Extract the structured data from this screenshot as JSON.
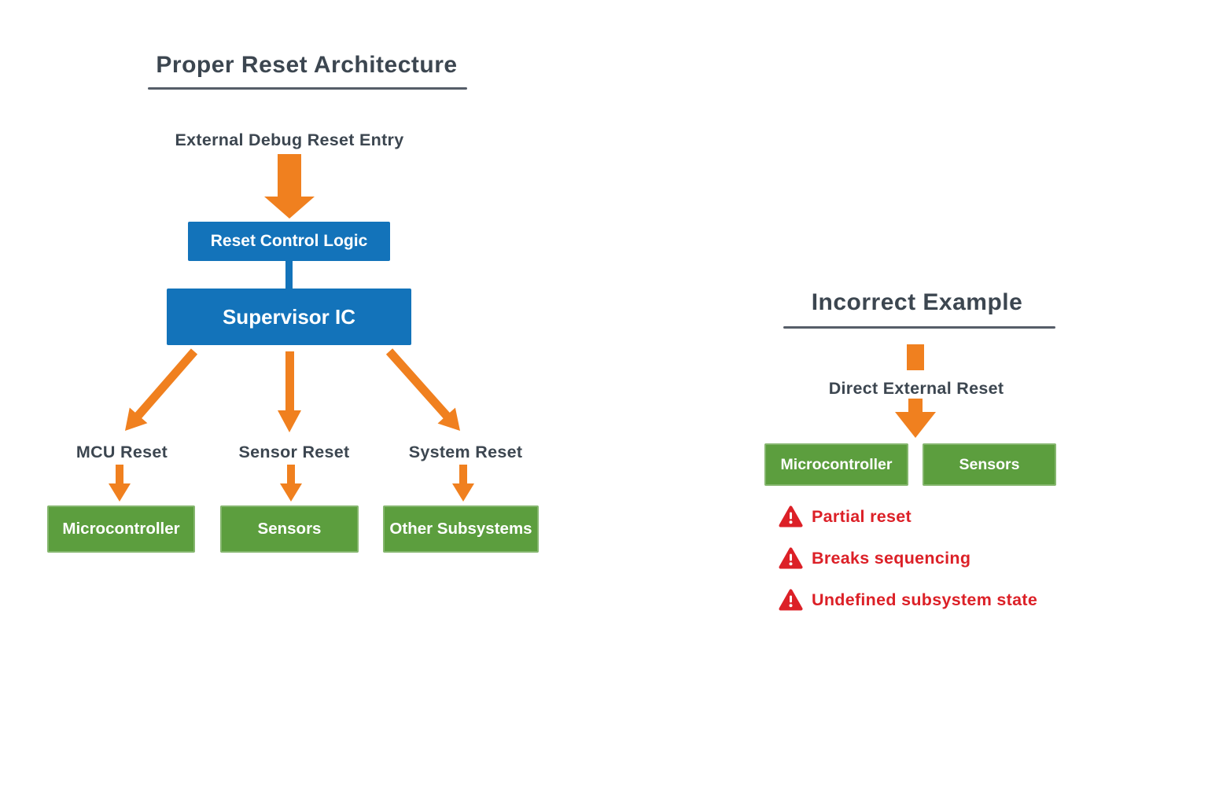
{
  "left_panel": {
    "title": "Proper Reset Architecture",
    "entry_label": "External Debug Reset Entry",
    "reset_control_box": "Reset Control Logic",
    "supervisor_box": "Supervisor IC",
    "branches": [
      {
        "label": "MCU Reset",
        "target": "Microcontroller"
      },
      {
        "label": "Sensor Reset",
        "target": "Sensors"
      },
      {
        "label": "System Reset",
        "target": "Other Subsystems"
      }
    ]
  },
  "right_panel": {
    "title": "Incorrect Example",
    "entry_label": "Direct External Reset",
    "boxes": [
      {
        "label": "Microcontroller"
      },
      {
        "label": "Sensors"
      }
    ],
    "warnings": [
      {
        "icon": "warning-triangle-icon",
        "text": "Partial reset"
      },
      {
        "icon": "warning-triangle-icon",
        "text": "Breaks sequencing"
      },
      {
        "icon": "warning-triangle-icon",
        "text": "Undefined subsystem state"
      }
    ]
  },
  "colors": {
    "blue": "#1373ba",
    "green": "#5c9e3e",
    "orange": "#f0801f",
    "red": "#dc2027",
    "dark": "#3c4650",
    "rule": "#565d68",
    "bg": "#ffffff"
  }
}
